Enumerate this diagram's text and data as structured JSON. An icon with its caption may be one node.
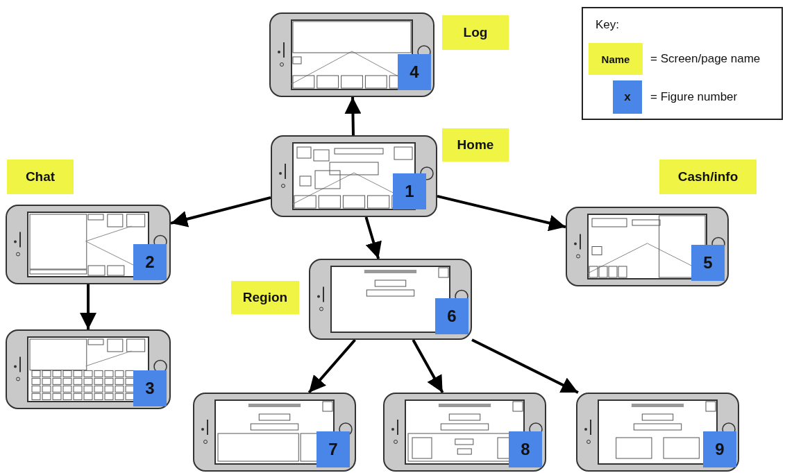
{
  "diagram": {
    "nodes": [
      {
        "text": [
          "4"
        ],
        "beside": [
          "Log"
        ]
      },
      {
        "text": [
          "1"
        ],
        "beside": [
          "Home"
        ]
      },
      {
        "text": [
          "2"
        ],
        "beside": [
          "Chat"
        ]
      },
      {
        "text": [
          "3"
        ]
      },
      {
        "text": [
          "5"
        ],
        "beside": [
          "Cash/info"
        ]
      },
      {
        "text": [
          "6"
        ],
        "beside": [
          "Region"
        ]
      },
      {
        "text": [
          "7"
        ]
      },
      {
        "text": [
          "8"
        ]
      },
      {
        "text": [
          "9"
        ]
      }
    ],
    "edges": [
      {
        "from": 1,
        "to": 0,
        "arrow": "to"
      },
      {
        "from": 1,
        "to": 2,
        "arrow": "to"
      },
      {
        "from": 1,
        "to": 4,
        "arrow": "to"
      },
      {
        "from": 1,
        "to": 5,
        "arrow": "to"
      },
      {
        "from": 2,
        "to": 3,
        "arrow": "to"
      },
      {
        "from": 5,
        "to": 6,
        "arrow": "to"
      },
      {
        "from": 5,
        "to": 7,
        "arrow": "to"
      },
      {
        "from": 5,
        "to": 8,
        "arrow": "to"
      }
    ],
    "labels": [
      "Key:",
      "Name",
      "x"
    ],
    "legend": [
      {
        "text": "= Screen/page name",
        "color": "#f0f545"
      },
      {
        "text": "= Figure number",
        "color": "#4a86e8"
      }
    ]
  }
}
